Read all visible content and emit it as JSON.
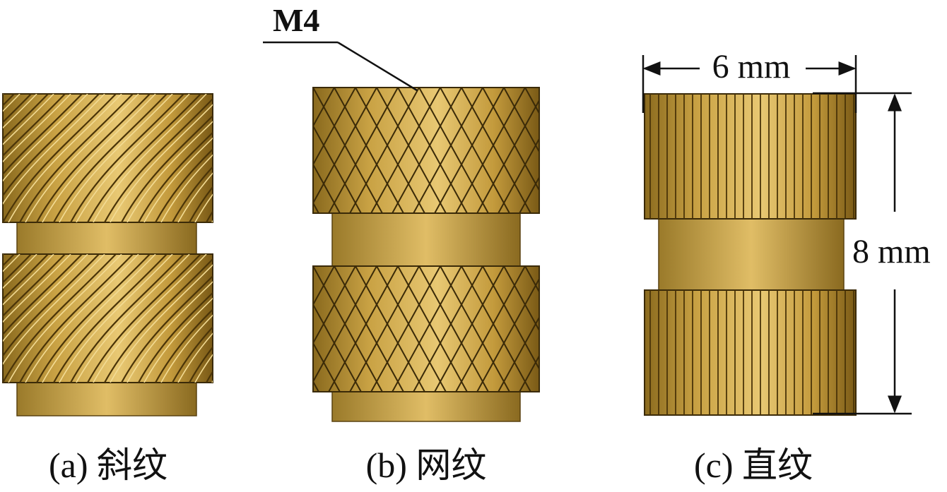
{
  "captions": {
    "a": "(a) 斜纹",
    "b": "(b) 网纹",
    "c": "(c) 直纹"
  },
  "annotations": {
    "thread": "M4",
    "width": "6 mm",
    "height": "8 mm"
  },
  "colors": {
    "brass_light": "#e8c873",
    "brass_mid": "#c9a244",
    "brass_dark": "#7a5a16",
    "line": "#111111"
  }
}
